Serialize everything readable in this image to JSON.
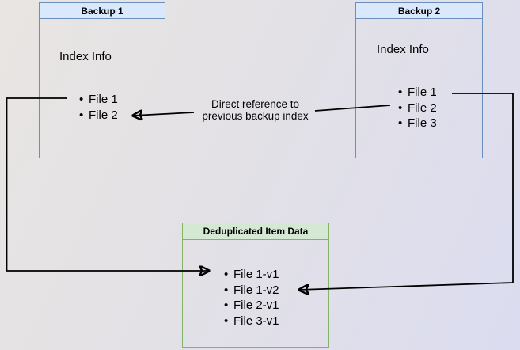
{
  "diagram": {
    "backup1": {
      "title": "Backup 1",
      "section_label": "Index Info",
      "files": [
        "File 1",
        "File 2"
      ]
    },
    "backup2": {
      "title": "Backup 2",
      "section_label": "Index Info",
      "files": [
        "File 1",
        "File 2",
        "File 3"
      ]
    },
    "dedup_store": {
      "title": "Deduplicated Item Data",
      "items": [
        "File 1-v1",
        "File 1-v2",
        "File 2-v1",
        "File 3-v1"
      ]
    },
    "annotation": "Direct reference to\nprevious backup index",
    "bullet": "•",
    "colors": {
      "blue_header_fill": "#dae8fc",
      "blue_border": "#6c8ebf",
      "green_header_fill": "#d5e8d4",
      "green_border": "#82b366",
      "arrow": "#000000",
      "background_left": "#e8e5e2",
      "background_right": "#dbdcf0"
    }
  }
}
